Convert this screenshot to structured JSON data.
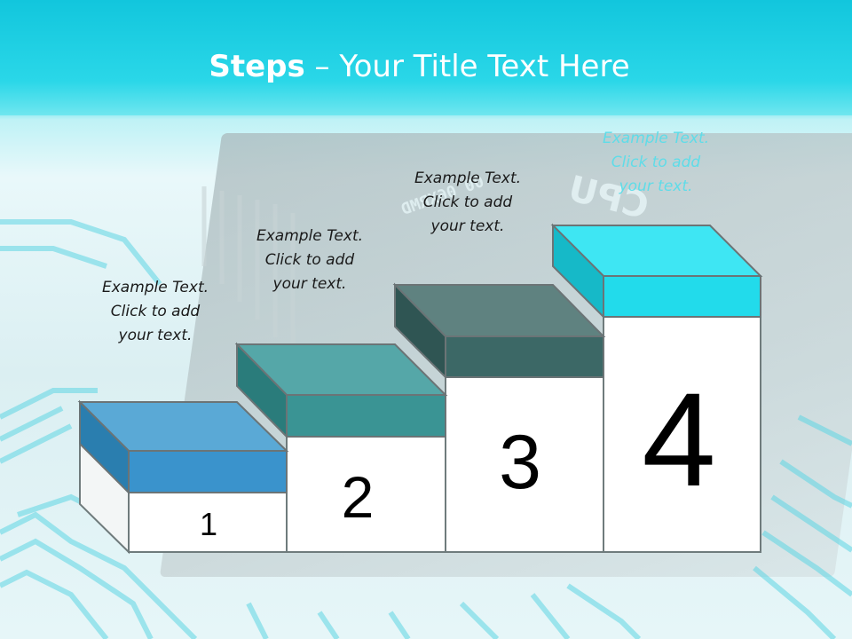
{
  "title": {
    "bold": "Steps",
    "rest": " – Your Title Text Here"
  },
  "background": {
    "chip_label": "CPU",
    "chip_code": "00 06XRMD"
  },
  "steps": [
    {
      "number": "1",
      "caption": [
        "Example Text.",
        "Click  to add",
        "your text."
      ],
      "color_top": "#5aa9d6",
      "color_front": "#3a93cc",
      "color_side": "#2a7eaf"
    },
    {
      "number": "2",
      "caption": [
        "Example Text.",
        "Click  to add",
        "your text."
      ],
      "color_top": "#55a7a8",
      "color_front": "#3a9494",
      "color_side": "#2a7c7b"
    },
    {
      "number": "3",
      "caption": [
        "Example Text.",
        "Click  to add",
        "your text."
      ],
      "color_top": "#5f8280",
      "color_front": "#3c6866",
      "color_side": "#2f5553"
    },
    {
      "number": "4",
      "caption": [
        "Example Text.",
        "Click  to add",
        "your text."
      ],
      "color_top": "#3ee6f3",
      "color_front": "#22dbeb",
      "color_side": "#16b9c8"
    }
  ]
}
